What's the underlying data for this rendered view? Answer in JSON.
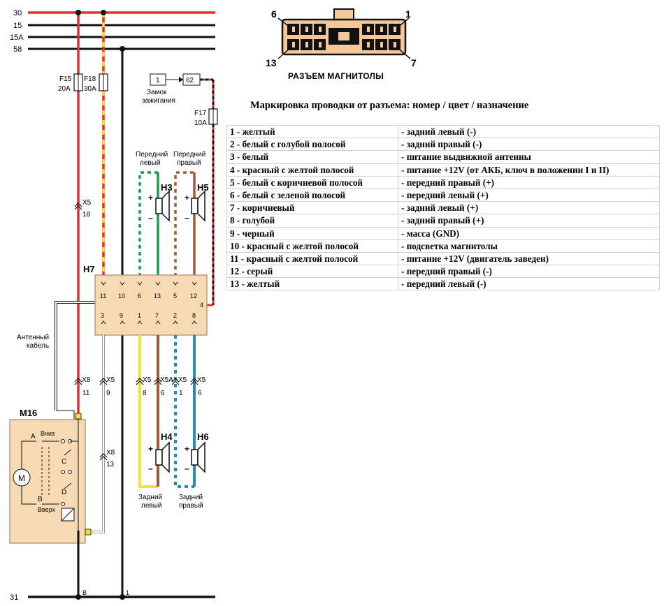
{
  "connector": {
    "caption": "РАЗЪЕМ МАГНИТОЛЫ",
    "pin_labels": {
      "top_left": "6",
      "top_right": "1",
      "bottom_left": "13",
      "bottom_right": "7"
    }
  },
  "table": {
    "title": "Маркировка проводки от разъема: номер / цвет / назначение",
    "rows": [
      {
        "wire": "1 - желтый",
        "purpose": "- задний левый (-)"
      },
      {
        "wire": "2 - белый с голубой полосой",
        "purpose": "- задний правый (-)"
      },
      {
        "wire": "3 - белый",
        "purpose": "- питание выдвижной антенны"
      },
      {
        "wire": "4 - красный с желтой полосой",
        "purpose": "- питание +12V (от АКБ, ключ в положении I и II)"
      },
      {
        "wire": "5 - белый с коричневой полосой",
        "purpose": "- передний правый (+)"
      },
      {
        "wire": "6 - белый с зеленой  полосой",
        "purpose": "- передний левый (+)"
      },
      {
        "wire": "7 - коричневый",
        "purpose": "- задний левый (+)"
      },
      {
        "wire": "8 - голубой",
        "purpose": "- задний правый (+)"
      },
      {
        "wire": "9 - черный",
        "purpose": "- масса (GND)"
      },
      {
        "wire": "10 - красный с желтой полосой",
        "purpose": "- подсветка магнитолы"
      },
      {
        "wire": "11 - красный с желтой полосой",
        "purpose": "- питание +12V (двигатель заведен)"
      },
      {
        "wire": "12 - серый",
        "purpose": "- передний правый (-)"
      },
      {
        "wire": "13 - желтый",
        "purpose": "- передний левый (-)"
      }
    ]
  },
  "schematic": {
    "buses": {
      "b30": "30",
      "b15": "15",
      "b15a": "15A",
      "b58": "58",
      "b31": "31"
    },
    "fuses": {
      "f15": {
        "name": "F15",
        "rating": "20A"
      },
      "f18": {
        "name": "F18",
        "rating": "30A"
      },
      "f17": {
        "name": "F17",
        "rating": "10A"
      }
    },
    "ignition": {
      "pin": "1",
      "pin2": "62",
      "label1": "Замок",
      "label2": "зажигания"
    },
    "unit": {
      "name": "H7",
      "top_pins": [
        "11",
        "10",
        "6",
        "13",
        "5",
        "12"
      ],
      "bottom_pins": [
        "3",
        "9",
        "1",
        "7",
        "2",
        "8"
      ],
      "side_pin": "4"
    },
    "speakers": {
      "h3": "H3",
      "h5": "H5",
      "h4": "H4",
      "h6": "H6",
      "front_left": [
        "Передний",
        "левый"
      ],
      "front_right": [
        "Передний",
        "правый"
      ],
      "rear_left": [
        "Задний",
        "левый"
      ],
      "rear_right": [
        "Задний",
        "правый"
      ]
    },
    "connectors": {
      "x5_18": {
        "name": "X5",
        "pin": "18"
      },
      "x8_11": {
        "name": "X8",
        "pin": "11"
      },
      "x5_9": {
        "name": "X5",
        "pin": "9"
      },
      "x8_13": {
        "name": "X8",
        "pin": "13"
      },
      "x5_8": {
        "name": "X5",
        "pin": "8"
      },
      "x5a_6": {
        "name": "X5A",
        "pin": "6"
      },
      "x5_1": {
        "name": "X5",
        "pin": "1"
      },
      "x5_6": {
        "name": "X5",
        "pin": "6"
      }
    },
    "antenna": {
      "line1": "Антенный",
      "line2": "кабель"
    },
    "motor": {
      "name": "M16",
      "symbol": "M",
      "down": "Вниз",
      "up": "Вверх",
      "a": "A",
      "b": "B",
      "c": "C",
      "d": "D"
    },
    "ground_labels": {
      "b": "B",
      "one": "1"
    },
    "plus": "+",
    "minus": "–"
  }
}
